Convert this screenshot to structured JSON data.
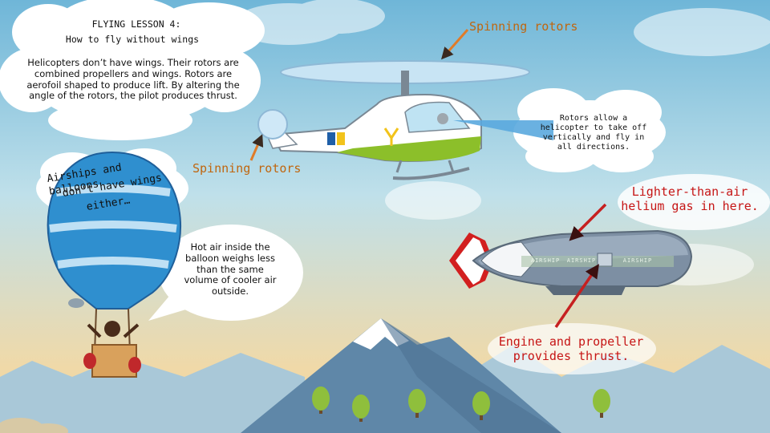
{
  "lesson": {
    "title": "FLYING LESSON 4:",
    "subtitle": "How to fly without wings",
    "intro": "Helicopters don’t have wings. Their rotors are combined propellers and wings. Rotors are aerofoil shaped to produce lift. By altering the angle of the rotors, the pilot produces thrust."
  },
  "labels": {
    "spinning_rotors_top": "Spinning rotors",
    "spinning_rotors_tail": "Spinning rotors",
    "rotors_allow": "Rotors allow a helicopter to take off vertically and fly in all directions.",
    "airships_line1": "Airships and balloons",
    "airships_line2": "don't have wings",
    "airships_line3": "either…",
    "hot_air": "Hot air inside the balloon weighs less than the same volume of cooler air outside.",
    "lighter_than_air": "Lighter-than-air helium gas in here.",
    "engine": "Engine and propeller provides thrust."
  },
  "airship_text": [
    "AIRSHIP",
    "AIRSHIP",
    "AIRSHIP"
  ],
  "colors": {
    "sky_top": "#6fb6d8",
    "sky_mid": "#bfe0ea",
    "sky_bottom": "#f0d9a8",
    "orange_arrow": "#e07b28",
    "red_arrow": "#c62020",
    "balloon_blue": "#2f8fcf"
  }
}
